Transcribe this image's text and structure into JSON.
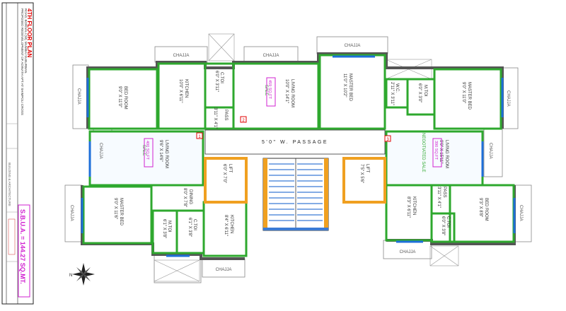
{
  "title_block": {
    "floor_title": "4TH FLOOR PLAN",
    "project_line1": "PROPOSED REDEVELOPMENT OF ADINATH APT AT SHIMPOLI CROSS",
    "project_line2": "ROAD, BORIVALI (W), MUMBAI SUBURBAN.",
    "sbua": "S.B.U.A. = 144.27 SQ.MT.",
    "small_note": "BUILDING & ARCHITECTURE"
  },
  "passage": "5'0\" W. PASSAGE",
  "markers": [
    "1",
    "2",
    "3"
  ],
  "rooms": {
    "bed_tl": {
      "name": "BED ROOM",
      "dim": "9'0\" X 11'0\""
    },
    "kitchen_top": {
      "name": "KITCHEN",
      "dim": "10'0\" X 6'11\""
    },
    "ctoi_top": {
      "name": "C.TOI",
      "dim": "6'0\" X 3'11\""
    },
    "pass_top": {
      "name": "PASS",
      "dim": "3'11\" X 4'1\""
    },
    "living_top": {
      "name": "LIVING ROOM",
      "dim": "10'0\" X 14'1\"",
      "sale": "SALE",
      "area": "459 SQ.FT"
    },
    "master_top": {
      "name": "MASTER BED",
      "dim": "11'0\" X 10'2\""
    },
    "wc_top": {
      "name": "W.C.",
      "dim": "2'11\" X 3'11\""
    },
    "mtoi_top": {
      "name": "M.TOI",
      "dim": "6'0\" X 3'0\""
    },
    "master_tr": {
      "name": "MASTER BED",
      "dim": "9'0\" X 11'0\""
    },
    "living_left": {
      "name": "LIVING ROOM",
      "dim": "9'6\" X 14'6\"",
      "sale": "SALE",
      "area": "400 SQ.FT"
    },
    "living_right": {
      "name": "LIVING ROOM",
      "dim": "9'0\" X 15'11\"",
      "sale": "NEGOTIATED SALE",
      "area": "390 SQ.FT"
    },
    "master_bl": {
      "name": "MASTER BED",
      "dim": "9'0\" X 11'6\""
    },
    "dining": {
      "name": "DINING",
      "dim": "8'0\" X 7'8\""
    },
    "lift_l": {
      "name": "LIFT",
      "dim": "6'0\" X 7'0\""
    },
    "lift_r": {
      "name": "LIFT",
      "dim": "7'5\" X 5'6\""
    },
    "mtoi_bl": {
      "name": "M.TOI",
      "dim": "6'1\" X 3'8\""
    },
    "ctoi_bl": {
      "name": "C.TOI",
      "dim": "6'1\" X 3'8\""
    },
    "kitchen_bl": {
      "name": "KITCHEN",
      "dim": "8'4\" X 6'11\""
    },
    "kitchen_br": {
      "name": "KITCHEN",
      "dim": "8'3\" X 6'11\""
    },
    "pass_br": {
      "name": "PASS",
      "dim": "3'11\" X 4'1\""
    },
    "ctoi_br": {
      "name": "C.TOI",
      "dim": "6'0\" X 3'8\""
    },
    "bed_br": {
      "name": "BED ROOM",
      "dim": "9'3\" X 8'8\""
    }
  },
  "chajja": "CHAJJA",
  "compass": "N",
  "colors": {
    "wall": "#2ea82e",
    "wall_dark": "#555555",
    "lift": "#f0a020",
    "stair": "#3a7bd5",
    "sale": "#d020d0",
    "red": "#e00000",
    "window": "#1e6fd9"
  }
}
